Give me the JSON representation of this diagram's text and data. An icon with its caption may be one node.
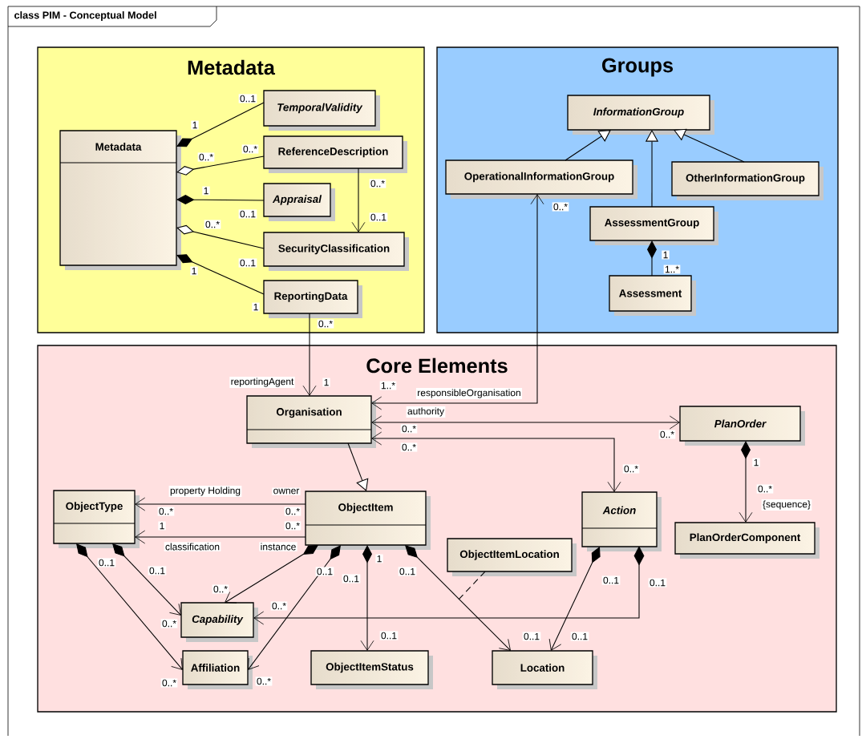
{
  "diagram": {
    "title": "class PIM - Conceptual Model",
    "nodes": [
      {
        "text": [
          "Metadata"
        ]
      },
      {
        "text": [
          "Metadata"
        ],
        "in": 0
      },
      {
        "text": [
          "TemporalValidity"
        ],
        "in": 0
      },
      {
        "text": [
          "ReferenceDescription"
        ],
        "in": 0
      },
      {
        "text": [
          "Appraisal"
        ],
        "in": 0
      },
      {
        "text": [
          "SecurityClassification"
        ],
        "in": 0
      },
      {
        "text": [
          "ReportingData"
        ],
        "in": 0
      },
      {
        "text": [
          "Groups"
        ]
      },
      {
        "text": [
          "InformationGroup"
        ],
        "in": 7
      },
      {
        "text": [
          "OperationalInformationGroup"
        ],
        "in": 7
      },
      {
        "text": [
          "OtherInformationGroup"
        ],
        "in": 7
      },
      {
        "text": [
          "AssessmentGroup"
        ],
        "in": 7
      },
      {
        "text": [
          "Assessment"
        ],
        "in": 7
      },
      {
        "text": [
          "Core Elements"
        ]
      },
      {
        "text": [
          "Organisation"
        ],
        "in": 13
      },
      {
        "text": [
          "PlanOrder"
        ],
        "in": 13
      },
      {
        "text": [
          "ObjectType"
        ],
        "in": 13
      },
      {
        "text": [
          "ObjectItem"
        ],
        "in": 13
      },
      {
        "text": [
          "Action"
        ],
        "in": 13
      },
      {
        "text": [
          "PlanOrderComponent"
        ],
        "in": 13
      },
      {
        "text": [
          "ObjectItemLocation"
        ],
        "in": 13
      },
      {
        "text": [
          "Capability"
        ],
        "in": 13
      },
      {
        "text": [
          "Affiliation"
        ],
        "in": 13
      },
      {
        "text": [
          "ObjectItemStatus"
        ],
        "in": 13
      },
      {
        "text": [
          "Location"
        ],
        "in": 13
      }
    ],
    "edges": [
      {
        "from": 1,
        "to": 2,
        "arrow": "other"
      },
      {
        "from": 1,
        "to": 3,
        "arrow": "other"
      },
      {
        "from": 1,
        "to": 4,
        "arrow": "other"
      },
      {
        "from": 1,
        "to": 5,
        "arrow": "other"
      },
      {
        "from": 1,
        "to": 6,
        "arrow": "other"
      },
      {
        "from": 3,
        "to": 5,
        "arrow": "to"
      },
      {
        "from": 6,
        "to": 14,
        "arrow": "to"
      },
      {
        "from": 9,
        "to": 8,
        "arrow": "to"
      },
      {
        "from": 11,
        "to": 8,
        "arrow": "to"
      },
      {
        "from": 10,
        "to": 8,
        "arrow": "to"
      },
      {
        "from": 11,
        "to": 12,
        "arrow": "other"
      },
      {
        "from": 14,
        "to": 9,
        "arrow": "both"
      },
      {
        "from": 14,
        "to": 15,
        "arrow": "both"
      },
      {
        "from": 14,
        "to": 18,
        "arrow": "both"
      },
      {
        "from": 14,
        "to": 17,
        "arrow": "to"
      },
      {
        "from": 15,
        "to": 19,
        "arrow": "to"
      },
      {
        "from": 17,
        "to": 16,
        "arrow": "to"
      },
      {
        "from": 17,
        "to": 16,
        "arrow": "to"
      },
      {
        "from": 16,
        "to": 22,
        "arrow": "to"
      },
      {
        "from": 16,
        "to": 21,
        "arrow": "to"
      },
      {
        "from": 17,
        "to": 21,
        "arrow": "to"
      },
      {
        "from": 17,
        "to": 22,
        "arrow": "to"
      },
      {
        "from": 17,
        "to": 23,
        "arrow": "to"
      },
      {
        "from": 17,
        "to": 24,
        "arrow": "to"
      },
      {
        "from": 18,
        "to": 24,
        "arrow": "to"
      },
      {
        "from": 18,
        "to": 21,
        "arrow": "to"
      },
      {
        "from": 20,
        "to": null,
        "arrow": "none",
        "style": "dashed"
      }
    ],
    "labels": [
      "0..1",
      "1",
      "0..*",
      "0..*",
      "1",
      "0..*",
      "0..1",
      "0..1",
      "0..*",
      "0..1",
      "1",
      "1",
      "0..*",
      "0..*",
      "1",
      "1..*",
      "reportingAgent",
      "1",
      "1..*",
      "responsibleOrganisation",
      "authority",
      "0..*",
      "0..*",
      "0..*",
      "0..*",
      "1",
      "0..*",
      "{sequence}",
      "property Holding",
      "owner",
      "0..*",
      "0..*",
      "1",
      "0..*",
      "classification",
      "instance",
      "0..1",
      "0..1",
      "1",
      "0..1",
      "0..1",
      "0..1",
      "0..1",
      "0..1",
      "0..*",
      "0..*",
      "0..*",
      "0..1",
      "0..1",
      "0..1",
      "0..*",
      "0..*"
    ]
  }
}
